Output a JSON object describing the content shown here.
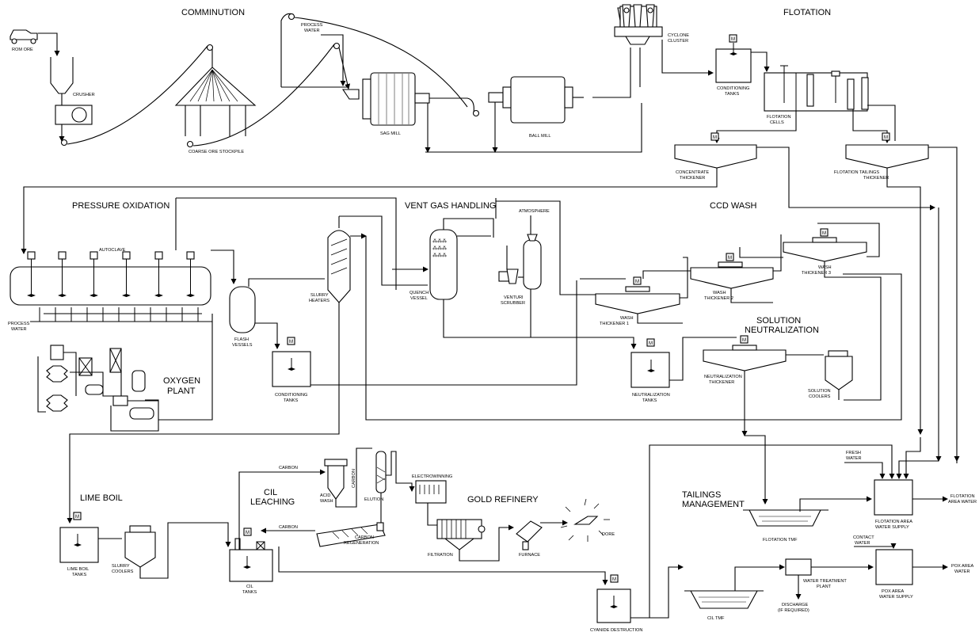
{
  "sections": {
    "comminution": "COMMINUTION",
    "flotation": "FLOTATION",
    "pressure_oxidation": "PRESSURE OXIDATION",
    "vent_gas": "VENT GAS HANDLING",
    "ccd_wash": "CCD WASH",
    "solution_neut_1": "SOLUTION",
    "solution_neut_2": "NEUTRALIZATION",
    "oxygen_1": "OXYGEN",
    "oxygen_2": "PLANT",
    "lime_boil": "LIME BOIL",
    "cil_1": "CIL",
    "cil_2": "LEACHING",
    "gold_refinery": "GOLD REFINERY",
    "tailings_1": "TAILINGS",
    "tailings_2": "MANAGEMENT"
  },
  "labels": {
    "rom_ore": "ROM ORE",
    "crusher": "CRUSHER",
    "coarse_ore": "COARSE ORE STOCKPILE",
    "process_water_1": "PROCESS",
    "process_water_2": "WATER",
    "sag_mill": "SAG MILL",
    "ball_mill": "BALL MILL",
    "cyclone_1": "CYCLONE",
    "cyclone_2": "CLUSTER",
    "conditioning_tanks_1": "CONDITIONING",
    "conditioning_tanks_2": "TANKS",
    "flotation_cells_1": "FLOTATION",
    "flotation_cells_2": "CELLS",
    "conc_thickener_1": "CONCENTRATE",
    "conc_thickener_2": "THICKENER",
    "flot_tail_thickener_1": "FLOTATION TAILINGS",
    "flot_tail_thickener_2": "THICKENER",
    "autoclave": "AUTOCLAVE",
    "pw_autoclave_1": "PROCESS",
    "pw_autoclave_2": "WATER",
    "flash_1": "FLASH",
    "flash_2": "VESSELS",
    "slurry_heaters_1": "SLURRY",
    "slurry_heaters_2": "HEATERS",
    "quench_1": "QUENCH",
    "quench_2": "VESSEL",
    "atmosphere": "ATMOSPHERE",
    "venturi_1": "VENTURI",
    "venturi_2": "SCRUBBER",
    "wash1_1": "WASH",
    "wash1_2": "THICKENER 1",
    "wash2_1": "WASH",
    "wash2_2": "THICKENER 2",
    "wash3_1": "WASH",
    "wash3_2": "THICKENER 3",
    "cond_tanks_pox_1": "CONDITIONING",
    "cond_tanks_pox_2": "TANKS",
    "neut_tanks_1": "NEUTRALIZATION",
    "neut_tanks_2": "TANKS",
    "neut_thickener_1": "NEUTRALIZATION",
    "neut_thickener_2": "THICKENER",
    "sol_coolers_1": "SOLUTION",
    "sol_coolers_2": "COOLERS",
    "lime_boil_tanks_1": "LIME BOIL",
    "lime_boil_tanks_2": "TANKS",
    "slurry_coolers_1": "SLURRY",
    "slurry_coolers_2": "COOLERS",
    "cil_tanks_1": "CIL",
    "cil_tanks_2": "TANKS",
    "carbon_1": "CARBON",
    "carbon_2": "CARBON",
    "carbon_3": "CARBON",
    "acid_wash_1": "ACID",
    "acid_wash_2": "WASH",
    "elution": "ELUTION",
    "carbon_regen_1": "CARBON",
    "carbon_regen_2": "REGENERATION",
    "electrowinning": "ELECTROWINNING",
    "filtration": "FILTRATION",
    "furnace": "FURNACE",
    "dore": "DORE",
    "cyanide_destruction": "CYANIDE DESTRUCTION",
    "flotation_tmf": "FLOTATION TMF",
    "cil_tmf": "CIL TMF",
    "fresh_water_1": "FRESH",
    "fresh_water_2": "WATER",
    "flot_water_supply_1": "FLOTATION AREA",
    "flot_water_supply_2": "WATER SUPPLY",
    "flot_area_water_1": "FLOTATION",
    "flot_area_water_2": "AREA WATER",
    "contact_water_1": "CONTACT",
    "contact_water_2": "WATER",
    "pox_water_supply_1": "POX AREA",
    "pox_water_supply_2": "WATER SUPPLY",
    "pox_area_water_1": "POX AREA",
    "pox_area_water_2": "WATER",
    "wtp_1": "WATER TREATMENT",
    "wtp_2": "PLANT",
    "discharge_1": "DISCHARGE",
    "discharge_2": "(IF REQUIRED)",
    "motor": "M"
  }
}
